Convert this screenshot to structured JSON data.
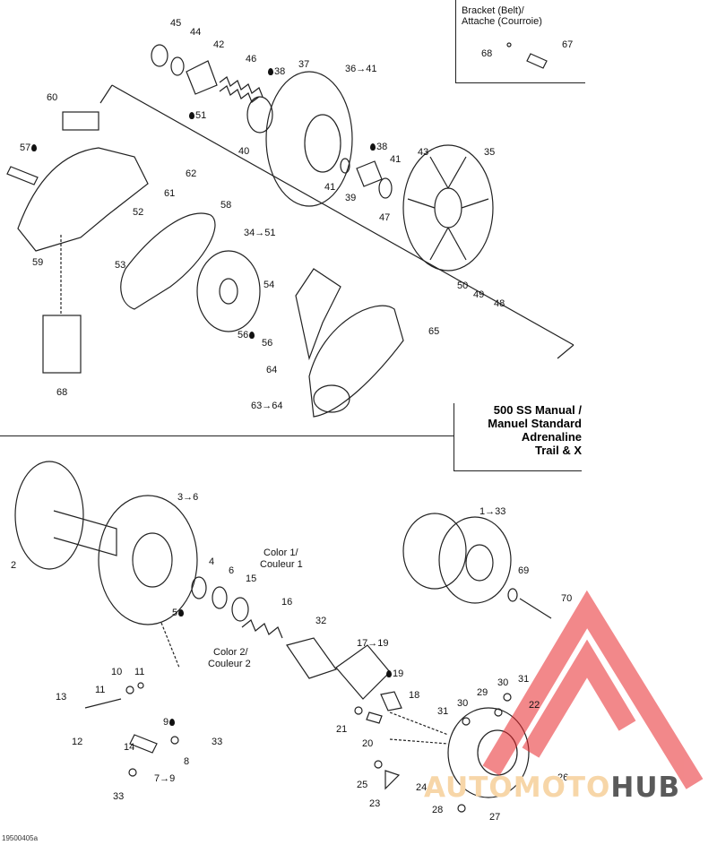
{
  "bracket_box": {
    "title_line1": "Bracket (Belt)/",
    "title_line2": "Attache (Courroie)",
    "parts": [
      "68",
      "67"
    ]
  },
  "model_box": {
    "lines": [
      "500 SS Manual /",
      "Manuel Standard",
      "Adrenaline",
      "Trail & X"
    ]
  },
  "top_labels": {
    "p45": "45",
    "p44": "44",
    "p42": "42",
    "p46": "46",
    "p38a": "38",
    "p37": "37",
    "p36_41": "36→41",
    "p51a": "51",
    "p40": "40",
    "p60": "60",
    "p57": "57",
    "p38b": "38",
    "p43": "43",
    "p35": "35",
    "p41a": "41",
    "p41b": "41",
    "p39": "39",
    "p47": "47",
    "p62": "62",
    "p61": "61",
    "p58": "58",
    "p52": "52",
    "p53": "53",
    "p59": "59",
    "p34_51": "34→51",
    "p54": "54",
    "p56a": "56",
    "p56b": "56",
    "p50": "50",
    "p49": "49",
    "p48": "48",
    "p65": "65",
    "p64": "64",
    "p63_64": "63→64",
    "p68": "68"
  },
  "bottom_labels": {
    "p3_6": "3→6",
    "p1_33": "1→33",
    "p2": "2",
    "p4": "4",
    "p6": "6",
    "p15": "15",
    "color1_l1": "Color 1/",
    "color1_l2": "Couleur 1",
    "p16": "16",
    "p69": "69",
    "p70": "70",
    "p5": "5",
    "p32": "32",
    "color2_l1": "Color 2/",
    "color2_l2": "Couleur 2",
    "p17_19": "17→19",
    "p19": "19",
    "p10": "10",
    "p11a": "11",
    "p11b": "11",
    "p13": "13",
    "p12": "12",
    "p18": "18",
    "p30a": "30",
    "p31a": "31",
    "p29": "29",
    "p22": "22",
    "p31b": "31",
    "p30b": "30",
    "p21": "21",
    "p9": "9",
    "p33a": "33",
    "p20": "20",
    "p14": "14",
    "p8": "8",
    "p7_9": "7→9",
    "p33b": "33",
    "p26": "26",
    "p25": "25",
    "p24": "24",
    "p23": "23",
    "p28": "28",
    "p27": "27"
  },
  "diagram_code": "19500405a",
  "watermark": {
    "part1": "AUTOMOTO",
    "part2": "HUB",
    "logo_color": "#e8272c"
  }
}
